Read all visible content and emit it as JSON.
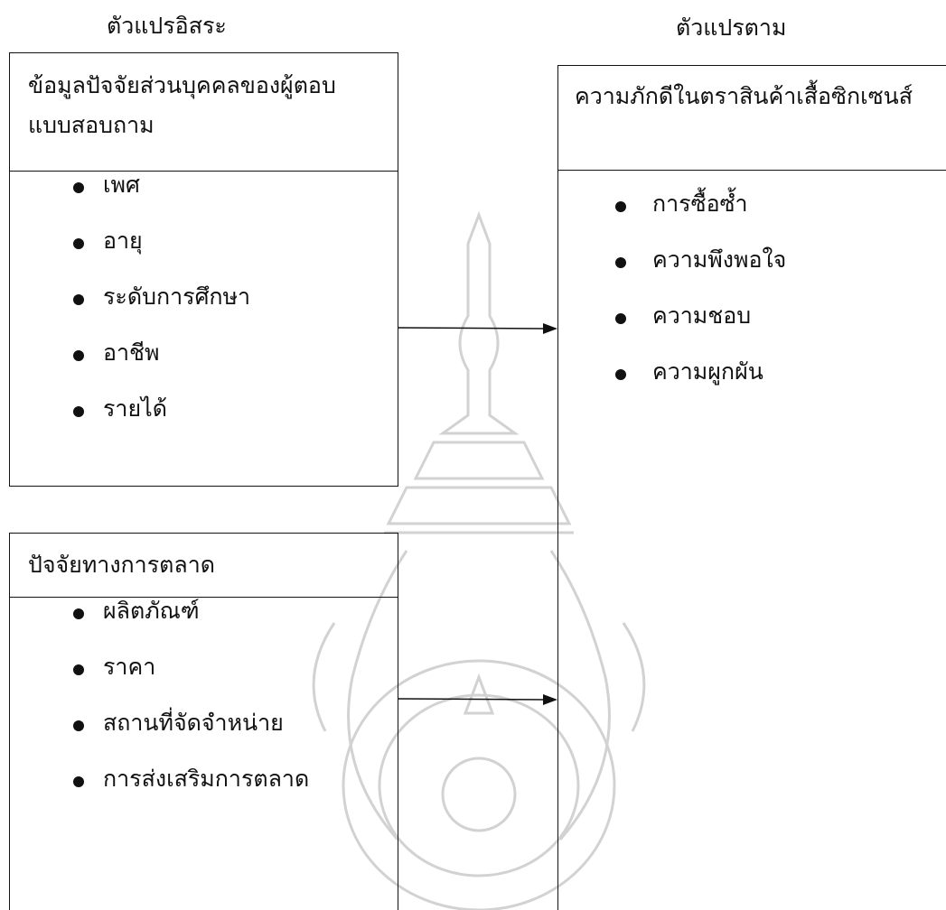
{
  "headings": {
    "independent": "ตัวแปรอิสระ",
    "dependent": "ตัวแปรตาม"
  },
  "personal_factors": {
    "title_line1": "ข้อมูลปัจจัยส่วนบุคคลของผู้ตอบ",
    "title_line2": "แบบสอบถาม",
    "items": [
      "เพศ",
      "อายุ",
      "ระดับการศึกษา",
      "อาชีพ",
      "รายได้"
    ]
  },
  "marketing_factors": {
    "title": "ปัจจัยทางการตลาด",
    "items": [
      "ผลิตภัณฑ์",
      "ราคา",
      "สถานที่จัดจำหน่าย",
      "การส่งเสริมการตลาด"
    ]
  },
  "brand_loyalty": {
    "title": "ความภักดีในตราสินค้าเสื้อซิกเซนส์",
    "items": [
      "การซื้อซ้ำ",
      "ความพึงพอใจ",
      "ความชอบ",
      "ความผูกผัน"
    ]
  },
  "colors": {
    "line": "#111111",
    "watermark": "#cfcfcf"
  }
}
